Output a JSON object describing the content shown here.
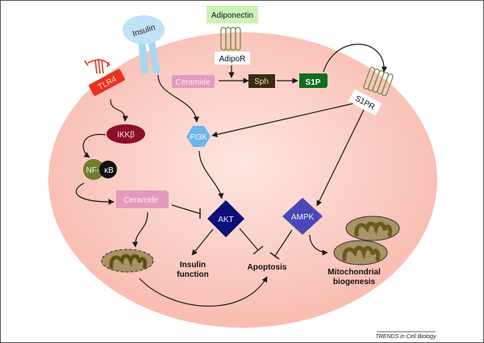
{
  "diagram": {
    "colors": {
      "cell_fill_center": "#fde6e0",
      "cell_fill_edge": "#f9b8ad",
      "insulin": "#a8d8f0",
      "tlr4": "#e8321e",
      "ikkb": "#8c0f2a",
      "nfkb_left": "#6e7f2a",
      "nfkb_right": "#111111",
      "ceramide": "#e39abc",
      "ceramide_text": "#fbe8f0",
      "sph": "#3a2d0f",
      "s1p": "#0f6d1f",
      "adiponectin": "#cdf2b8",
      "receptor_coil": "#6d8b3c",
      "pi3k": "#6cb6ea",
      "akt": "#0c1077",
      "ampk": "#4a47b8",
      "mito_outer": "#a79367",
      "mito_inner": "#6b5a1b"
    },
    "nodes": {
      "insulin": "Insulin",
      "adiponectin": "Adiponectin",
      "adipor": "AdipoR",
      "tlr4": "TLR4",
      "ceramide_top": "Ceramide",
      "sph": "Sph",
      "s1p": "S1P",
      "s1pr": "S1PR",
      "ikkb": "IKKβ",
      "pi3k": "PI3K",
      "nfkb_a": "NF-",
      "nfkb_b": "κB",
      "ceramide_mid": "Ceramide",
      "akt": "AKT",
      "ampk": "AMPK",
      "insulin_function_l1": "Insulin",
      "insulin_function_l2": "function",
      "apoptosis": "Apoptosis",
      "mito_biogenesis_l1": "Mitochondrial",
      "mito_biogenesis_l2": "biogenesis"
    },
    "edges": [
      {
        "from": "insulin-receptor",
        "to": "pi3k",
        "type": "activation"
      },
      {
        "from": "tlr4",
        "to": "ikkb",
        "type": "activation"
      },
      {
        "from": "ikkb",
        "to": "nfkb",
        "type": "activation"
      },
      {
        "from": "nfkb",
        "to": "ceramide_mid",
        "type": "activation"
      },
      {
        "from": "adipor",
        "to": "ceramide_top-sph",
        "type": "activation"
      },
      {
        "from": "ceramide_top",
        "to": "sph",
        "type": "activation"
      },
      {
        "from": "sph",
        "to": "s1p",
        "type": "activation"
      },
      {
        "from": "s1p",
        "to": "s1pr",
        "type": "activation"
      },
      {
        "from": "s1pr",
        "to": "pi3k",
        "type": "activation"
      },
      {
        "from": "s1pr",
        "to": "ampk",
        "type": "activation"
      },
      {
        "from": "pi3k",
        "to": "akt",
        "type": "activation"
      },
      {
        "from": "ceramide_mid",
        "to": "akt",
        "type": "inhibition"
      },
      {
        "from": "ceramide_mid",
        "to": "damaged_mitochondrion",
        "type": "activation"
      },
      {
        "from": "akt",
        "to": "insulin_function",
        "type": "activation"
      },
      {
        "from": "akt",
        "to": "apoptosis",
        "type": "inhibition"
      },
      {
        "from": "ampk",
        "to": "apoptosis",
        "type": "inhibition"
      },
      {
        "from": "ampk",
        "to": "mitochondrial_biogenesis",
        "type": "activation"
      },
      {
        "from": "damaged_mitochondrion",
        "to": "apoptosis",
        "type": "activation"
      }
    ],
    "credit": "TRENDS in Cell Biology"
  }
}
